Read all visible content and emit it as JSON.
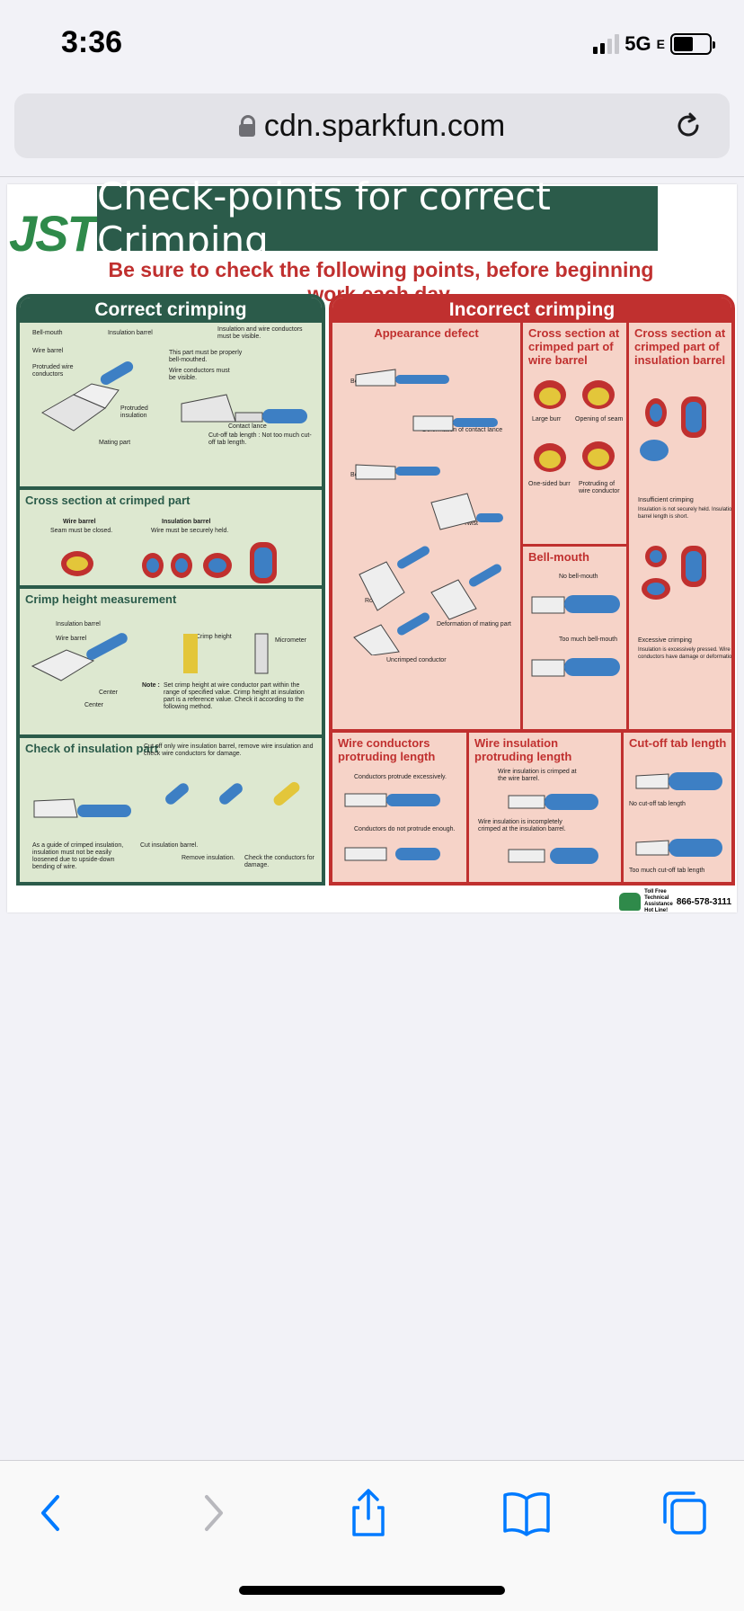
{
  "status": {
    "time": "3:36",
    "network": "5G",
    "network_suffix": "E"
  },
  "browser": {
    "url": "cdn.sparkfun.com"
  },
  "poster": {
    "logo": "JST",
    "title": "Check-points for correct Crimping",
    "subtitle": "Be sure to check the following points, before beginning work each day.",
    "correct": {
      "header": "Correct crimping",
      "s1_labels": [
        "Bell-mouth",
        "Insulation barrel",
        "Insulation and wire conductors must be visible.",
        "Wire barrel",
        "This part must be properly bell-mouthed.",
        "Protruded wire conductors",
        "Wire conductors must be visible.",
        "Protruded insulation",
        "Contact lance",
        "Mating part",
        "Cut-off tab length : Not too much cut-off tab length."
      ],
      "s2_title": "Cross section at crimped part",
      "s2_wire": "Wire barrel",
      "s2_wire_note": "Seam must be closed.",
      "s2_ins": "Insulation barrel",
      "s2_ins_note": "Wire must be securely held.",
      "s3_title": "Crimp height measurement",
      "s3_labels": [
        "Insulation barrel",
        "Wire barrel",
        "Crimp height",
        "Micrometer",
        "Center",
        "Center"
      ],
      "s3_note_label": "Note :",
      "s3_note": "Set crimp height at wire conductor part within the range of specified value. Crimp height at insulation part is a reference value. Check it according to the following method.",
      "s4_title": "Check of insulation part",
      "s4_intro": "Cut off only wire insulation barrel, remove wire insulation and check wire conductors for damage.",
      "s4_guide": "As a guide of crimped insulation, insulation must not be easily loosened due to upside-down bending of wire.",
      "s4_labels": [
        "Cut insulation barrel.",
        "Remove insulation.",
        "Check the conductors for damage."
      ]
    },
    "incorrect": {
      "header": "Incorrect crimping",
      "appearance_title": "Appearance defect",
      "appearance_labels": [
        "Bend up",
        "Deformation of contact lance",
        "Bend down",
        "Twist",
        "Rolling",
        "Deformation of mating part",
        "Uncrimped conductor"
      ],
      "cs_wire_title": "Cross section at crimped part of wire barrel",
      "cs_wire_labels": [
        "Large burr",
        "Opening of seam",
        "One-sided burr",
        "Protruding of wire conductor"
      ],
      "cs_ins_title": "Cross section at crimped part of insulation barrel",
      "cs_ins_labels": [
        "Insufficient crimping",
        "Insulation is not securely held. Insulation barrel length is short.",
        "Excessive crimping",
        "Insulation is excessively pressed. Wire conductors have damage or deformation."
      ],
      "bell_title": "Bell-mouth",
      "bell_labels": [
        "No bell-mouth",
        "Too much bell-mouth"
      ],
      "wc_title": "Wire conductors protruding length",
      "wc_labels": [
        "Conductors protrude excessively.",
        "Conductors do not protrude enough."
      ],
      "wi_title": "Wire insulation protruding length",
      "wi_labels": [
        "Wire insulation is crimped at the wire barrel.",
        "Wire insulation is incompletely crimped at the insulation barrel."
      ],
      "cot_title": "Cut-off tab length",
      "cot_labels": [
        "No cut-off tab length",
        "Too much cut-off tab length"
      ]
    },
    "footer": {
      "line1": "Toll Free",
      "line2": "Technical",
      "line3": "Assistance",
      "line4": "Hot Line!",
      "phone": "866-578-3111"
    }
  },
  "toolbar": {
    "back": "back-icon",
    "forward": "forward-icon",
    "share": "share-icon",
    "bookmarks": "bookmarks-icon",
    "tabs": "tabs-icon"
  }
}
